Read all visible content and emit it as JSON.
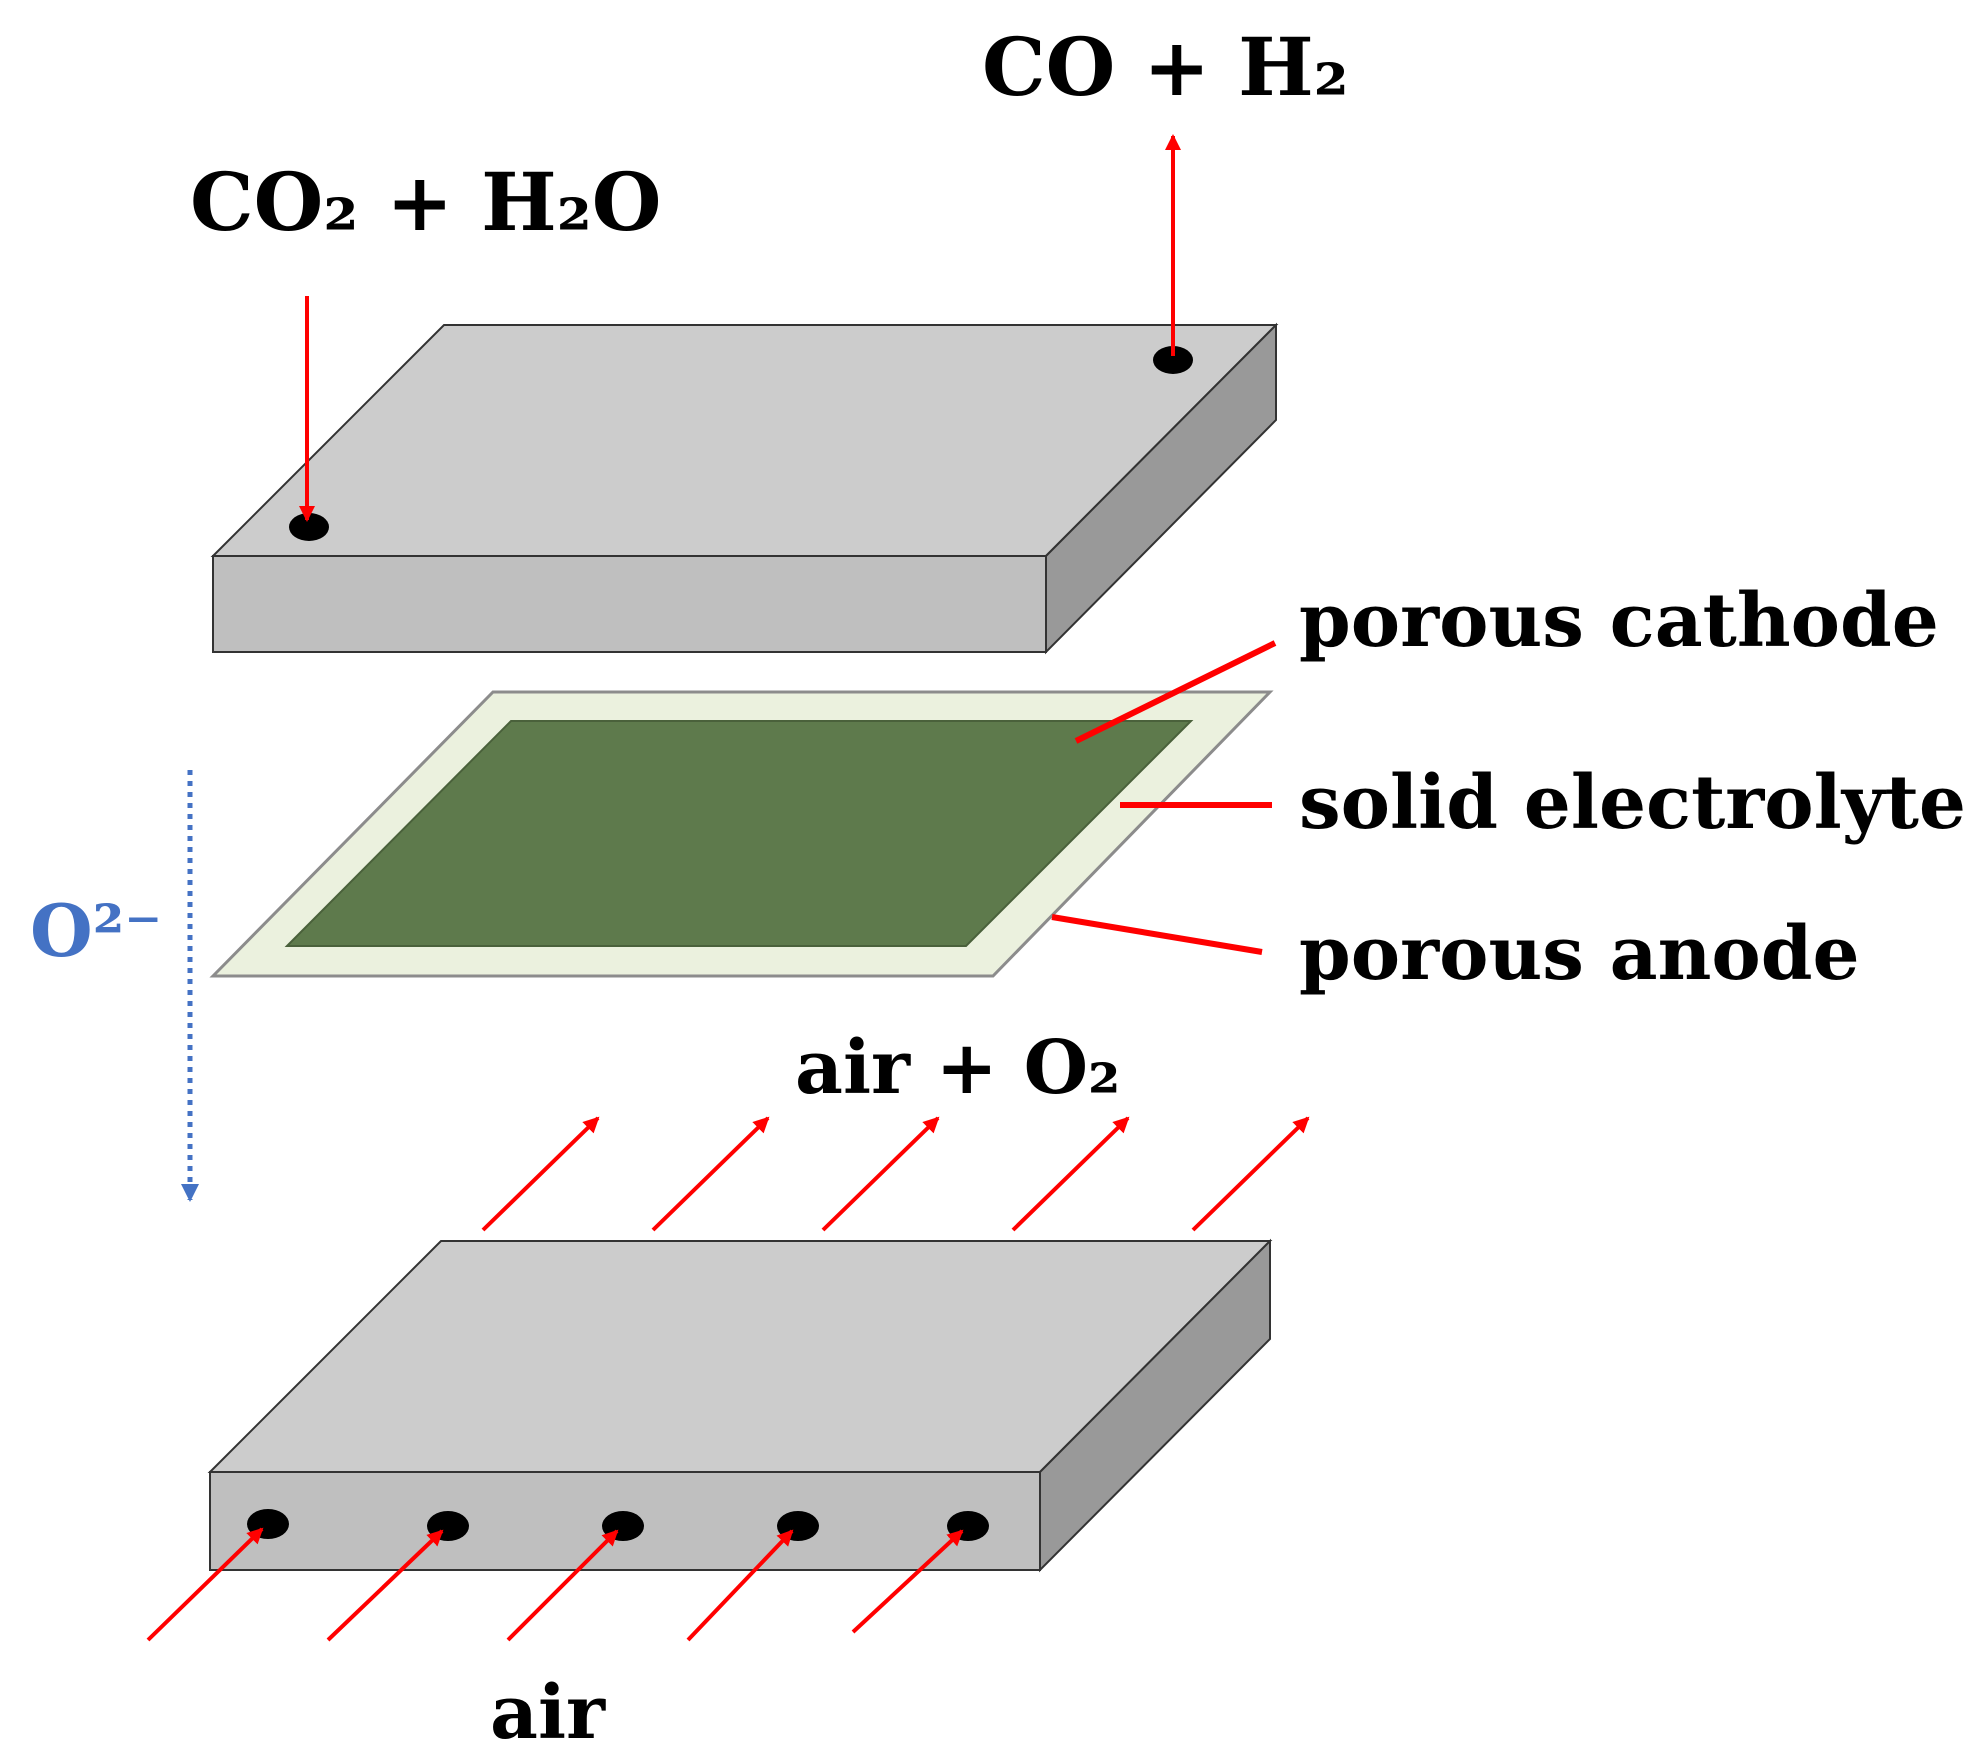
{
  "diagram": {
    "labels": {
      "fuel_in": "CO₂ + H₂O",
      "fuel_out": "CO + H₂",
      "porous_cathode": "porous cathode",
      "solid_electrolyte": "solid electrolyte",
      "porous_anode": "porous anode",
      "ion": "O²⁻",
      "air_out": "air + O₂",
      "air_in": "air"
    },
    "colors": {
      "arrow": "#ff0000",
      "ion_arrow": "#4472c4",
      "plate_top": "#cccccc",
      "plate_front": "#bfbfbf",
      "plate_side": "#999999",
      "electrolyte": "#ebf1de",
      "cathode": "#5e7a4c",
      "hole": "#000000"
    }
  }
}
